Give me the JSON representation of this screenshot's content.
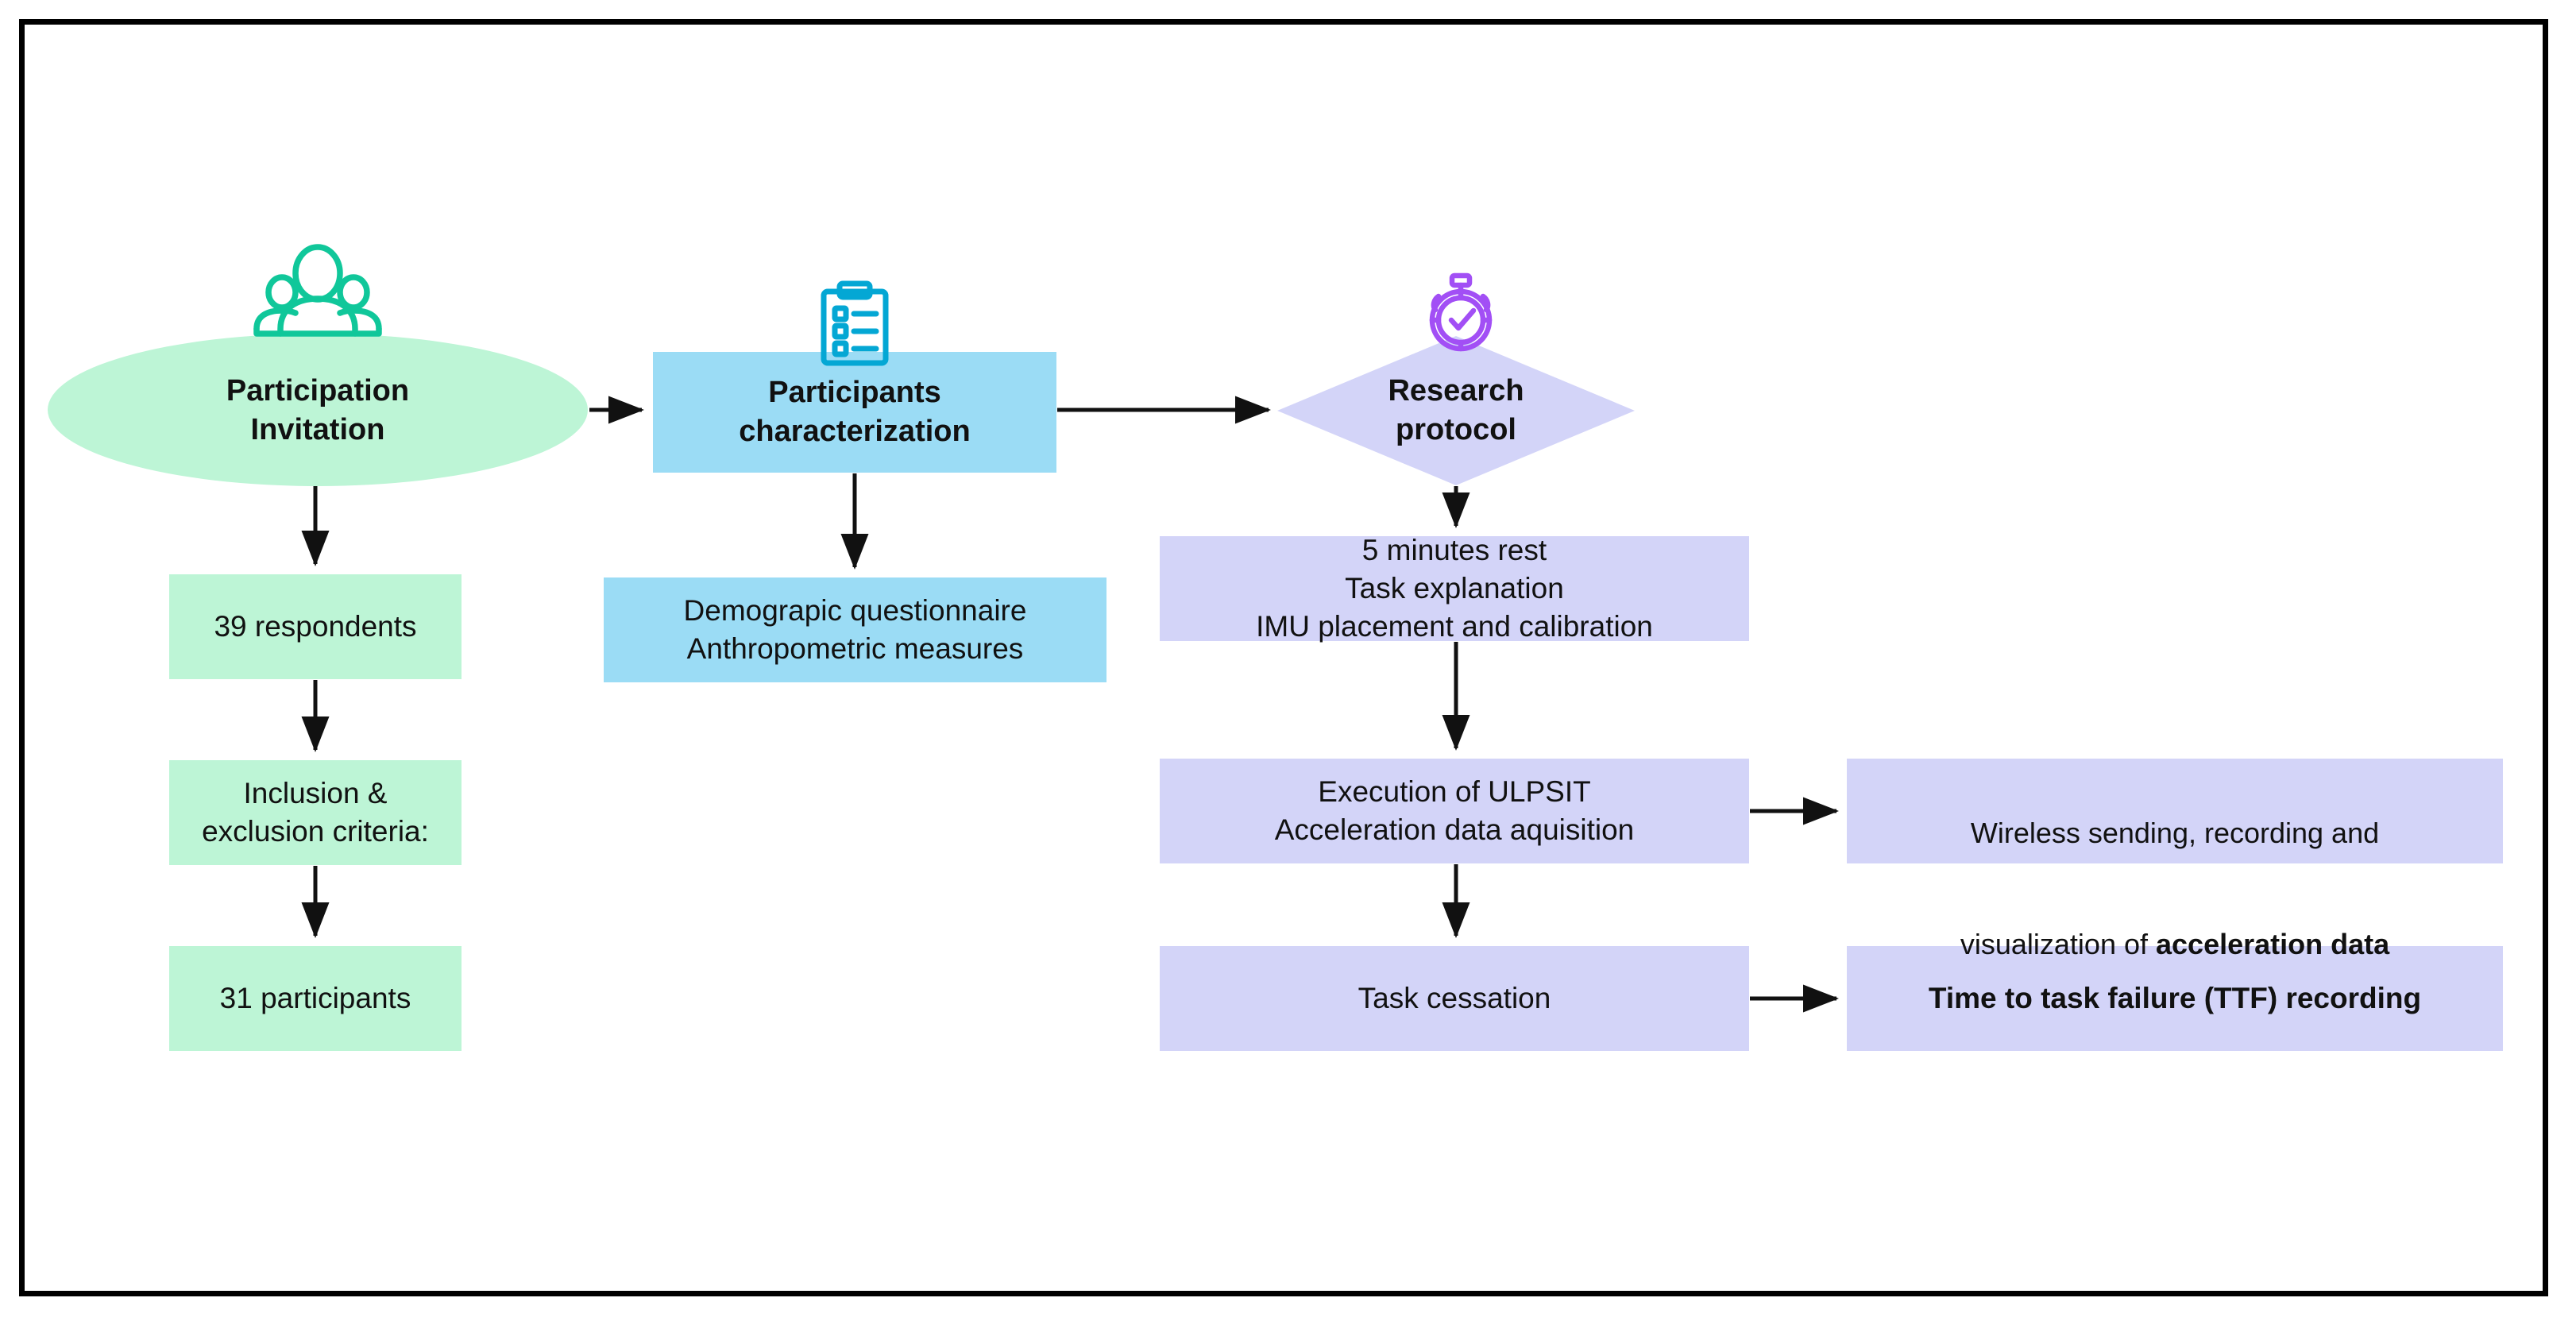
{
  "diagram": {
    "title": "Study flow diagram",
    "colors": {
      "green_fill": "#bdf5d6",
      "blue_fill": "#9bdcf5",
      "purple_fill": "#d3d4f8",
      "arrow": "#111111",
      "frame": "#000000",
      "people_icon": "#10c79a",
      "clipboard_icon": "#04a7d4",
      "stopwatch_icon": "#a24ff5",
      "text": "#111111"
    },
    "icons": [
      {
        "name": "people-group-icon",
        "color": "#10c79a"
      },
      {
        "name": "clipboard-checklist-icon",
        "color": "#04a7d4"
      },
      {
        "name": "stopwatch-icon",
        "color": "#a24ff5"
      }
    ],
    "nodes": {
      "participation_invitation": {
        "label": "Participation\nInvitation",
        "shape": "ellipse",
        "fill": "#bdf5d6",
        "bold": true
      },
      "respondents": {
        "label": "39 respondents",
        "shape": "rect",
        "fill": "#bdf5d6",
        "bold": false
      },
      "criteria": {
        "label": "Inclusion &\nexclusion criteria:",
        "shape": "rect",
        "fill": "#bdf5d6",
        "bold": false
      },
      "participants_count": {
        "label": "31 participants",
        "shape": "rect",
        "fill": "#bdf5d6",
        "bold": false
      },
      "participants_characterization": {
        "label": "Participants\ncharacterization",
        "shape": "rect",
        "fill": "#9bdcf5",
        "bold": true
      },
      "questionnaire": {
        "label": "Demograpic questionnaire\nAnthropometric measures",
        "shape": "rect",
        "fill": "#9bdcf5",
        "bold": false
      },
      "research_protocol": {
        "label": "Research\nprotocol",
        "shape": "diamond",
        "fill": "#d3d4f8",
        "bold": true
      },
      "preparation": {
        "label": "5 minutes rest\nTask explanation\nIMU placement and calibration",
        "shape": "rect",
        "fill": "#d3d4f8",
        "bold": false
      },
      "execution": {
        "label": "Execution of ULPSIT\nAcceleration data aquisition",
        "shape": "rect",
        "fill": "#d3d4f8",
        "bold": false
      },
      "wireless": {
        "label_line1": "Wireless sending, recording and",
        "label_line2_prefix": "visualization of ",
        "label_line2_bold": "acceleration data",
        "shape": "rect",
        "fill": "#d3d4f8"
      },
      "task_cessation": {
        "label": "Task cessation",
        "shape": "rect",
        "fill": "#d3d4f8",
        "bold": false
      },
      "ttf": {
        "label": "Time to task failure (TTF) recording",
        "shape": "rect",
        "fill": "#d3d4f8",
        "bold": true
      }
    },
    "edges": [
      {
        "name": "invitation-to-characterization",
        "from": "participation_invitation",
        "to": "participants_characterization",
        "direction": "right"
      },
      {
        "name": "invitation-to-respondents",
        "from": "participation_invitation",
        "to": "respondents",
        "direction": "down"
      },
      {
        "name": "respondents-to-criteria",
        "from": "respondents",
        "to": "criteria",
        "direction": "down"
      },
      {
        "name": "criteria-to-participants",
        "from": "criteria",
        "to": "participants_count",
        "direction": "down"
      },
      {
        "name": "characterization-to-protocol",
        "from": "participants_characterization",
        "to": "research_protocol",
        "direction": "right"
      },
      {
        "name": "characterization-to-questionnaire",
        "from": "participants_characterization",
        "to": "questionnaire",
        "direction": "down"
      },
      {
        "name": "protocol-to-preparation",
        "from": "research_protocol",
        "to": "preparation",
        "direction": "down"
      },
      {
        "name": "preparation-to-execution",
        "from": "preparation",
        "to": "execution",
        "direction": "down"
      },
      {
        "name": "execution-to-wireless",
        "from": "execution",
        "to": "wireless",
        "direction": "right"
      },
      {
        "name": "execution-to-cessation",
        "from": "execution",
        "to": "task_cessation",
        "direction": "down"
      },
      {
        "name": "cessation-to-ttf",
        "from": "task_cessation",
        "to": "ttf",
        "direction": "right"
      }
    ]
  }
}
